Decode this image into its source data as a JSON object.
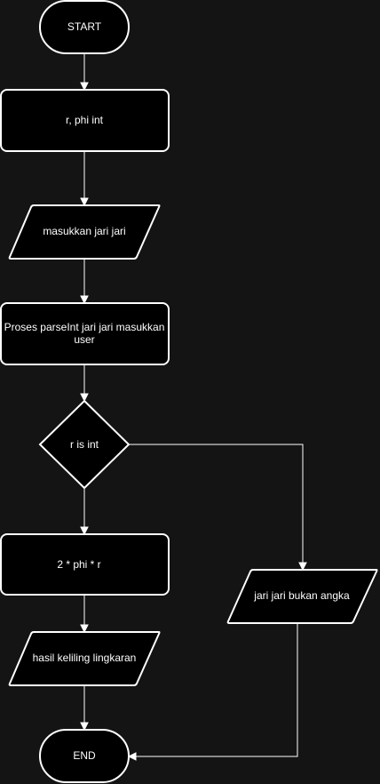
{
  "flowchart": {
    "nodes": {
      "start": "START",
      "declare": "r, phi int",
      "input_radius": "masukkan jari jari",
      "process_line1": "Proses parseInt jari jari masukkan",
      "process_line2": "user",
      "decision": "r is int",
      "calculate": "2 * phi  * r",
      "output_result": "hasil keliling lingkaran",
      "output_error": "jari jari bukan angka",
      "end": "END"
    }
  },
  "colors": {
    "background": "#141414",
    "node_fill": "#000000",
    "stroke": "#ffffff",
    "text": "#ffffff"
  }
}
